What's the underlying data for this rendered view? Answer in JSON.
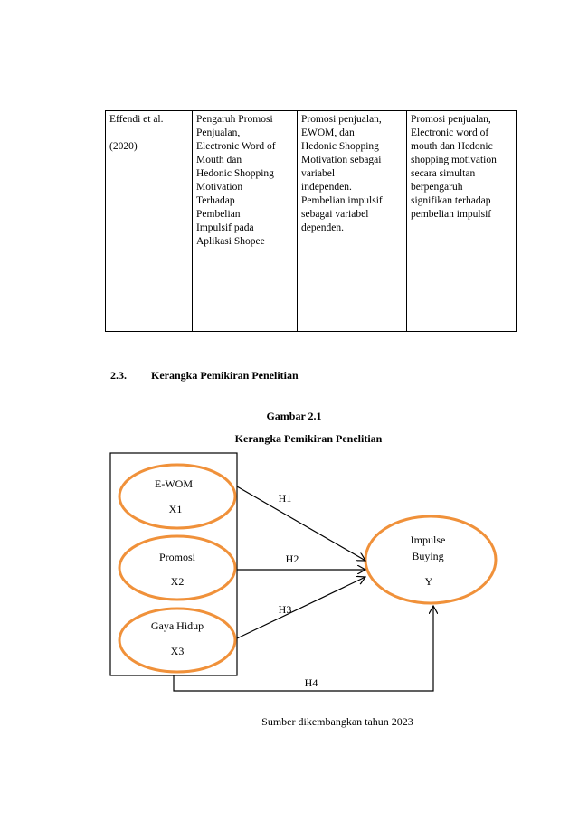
{
  "table": {
    "rows": [
      {
        "author_lines": [
          "Effendi et al.",
          "",
          "(2020)"
        ],
        "title_lines": [
          "Pengaruh Promosi",
          "Penjualan,",
          "Electronic Word of",
          "Mouth dan",
          "Hedonic Shopping",
          "Motivation",
          "Terhadap",
          "Pembelian",
          "Impulsif pada",
          "Aplikasi Shopee"
        ],
        "variable_lines": [
          "Promosi penjualan,",
          "EWOM, dan",
          "Hedonic Shopping",
          "Motivation sebagai",
          "variabel",
          "independen.",
          "Pembelian impulsif",
          "sebagai variabel",
          "dependen."
        ],
        "result_lines": [
          "Promosi penjualan,",
          "Electronic word of",
          "mouth dan Hedonic",
          "shopping motivation",
          "secara simultan",
          "berpengaruh",
          "signifikan terhadap",
          "pembelian impulsif"
        ]
      }
    ]
  },
  "section": {
    "number": "2.3.",
    "title": "Kerangka Pemikiran Penelitian"
  },
  "figure": {
    "number": "Gambar 2.1",
    "title": "Kerangka Pemikiran Penelitian",
    "nodes": {
      "x1": {
        "line1": "E-WOM",
        "line2": "X1"
      },
      "x2": {
        "line1": "Promosi",
        "line2": "X2"
      },
      "x3": {
        "line1": "Gaya Hidup",
        "line2": "X3"
      },
      "y": {
        "line1": "Impulse",
        "line2": "Buying",
        "line3": "Y"
      }
    },
    "hypotheses": {
      "h1": "H1",
      "h2": "H2",
      "h3": "H3",
      "h4": "H4"
    },
    "colors": {
      "ellipse_stroke": "#f0913a",
      "line": "#000000"
    }
  },
  "source": "Sumber dikembangkan tahun 2023"
}
